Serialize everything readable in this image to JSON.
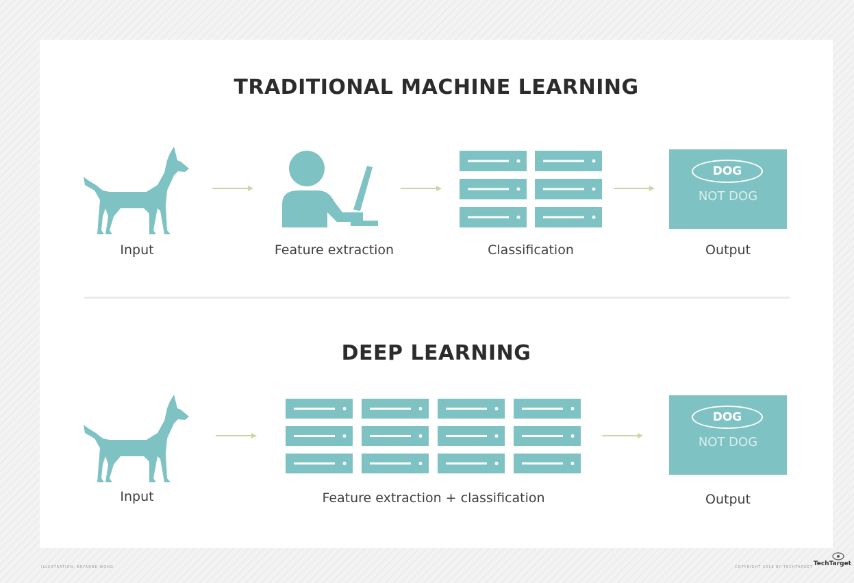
{
  "colors": {
    "teal": "#7fc2c3",
    "arrow": "#c9d7a4",
    "title": "#2c2c2c",
    "label": "#3e3e3e"
  },
  "traditional": {
    "title": "TRADITIONAL MACHINE LEARNING",
    "steps": [
      {
        "label": "Input",
        "icon": "dog-icon"
      },
      {
        "label": "Feature extraction",
        "icon": "person-at-computer-icon"
      },
      {
        "label": "Classification",
        "icon": "server-grid-icon"
      },
      {
        "label": "Output",
        "icon": "output-box"
      }
    ],
    "output": {
      "selected": "DOG",
      "other": "NOT DOG"
    }
  },
  "deep": {
    "title": "DEEP LEARNING",
    "steps": [
      {
        "label": "Input",
        "icon": "dog-icon"
      },
      {
        "label": "Feature extraction + classification",
        "icon": "server-grid-icon"
      },
      {
        "label": "Output",
        "icon": "output-box"
      }
    ],
    "output": {
      "selected": "DOG",
      "other": "NOT DOG"
    }
  },
  "footer": {
    "left": "Illustration: Bryanne Wong",
    "right": "Copyright 2018 by TechTarget",
    "brand": "TechTarget"
  }
}
